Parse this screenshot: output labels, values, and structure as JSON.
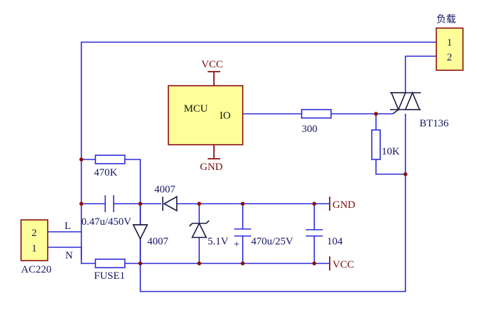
{
  "labels": {
    "load": "负载",
    "load_pin1": "1",
    "load_pin2": "2",
    "mcu": "MCU",
    "io": "IO",
    "vcc_top": "VCC",
    "gnd_mcu": "GND",
    "r300": "300",
    "bt136": "BT136",
    "r10k": "10K",
    "r470k": "470K",
    "d4007_top": "4007",
    "gnd_rail": "GND",
    "cap047": "0.47u/450V",
    "d4007_bot": "4007",
    "zener": "5.1V",
    "cap470": "470u/25V",
    "plus": "+",
    "cap104": "104",
    "ac_pin2": "2",
    "ac_pin1": "1",
    "line_l": "L",
    "line_n": "N",
    "ac220": "AC220",
    "fuse": "FUSE1",
    "vcc_rail": "VCC"
  },
  "colors": {
    "wire": "#2b2bd8",
    "power_symbol": "#8a1010",
    "component_fill": "#ffff99"
  }
}
